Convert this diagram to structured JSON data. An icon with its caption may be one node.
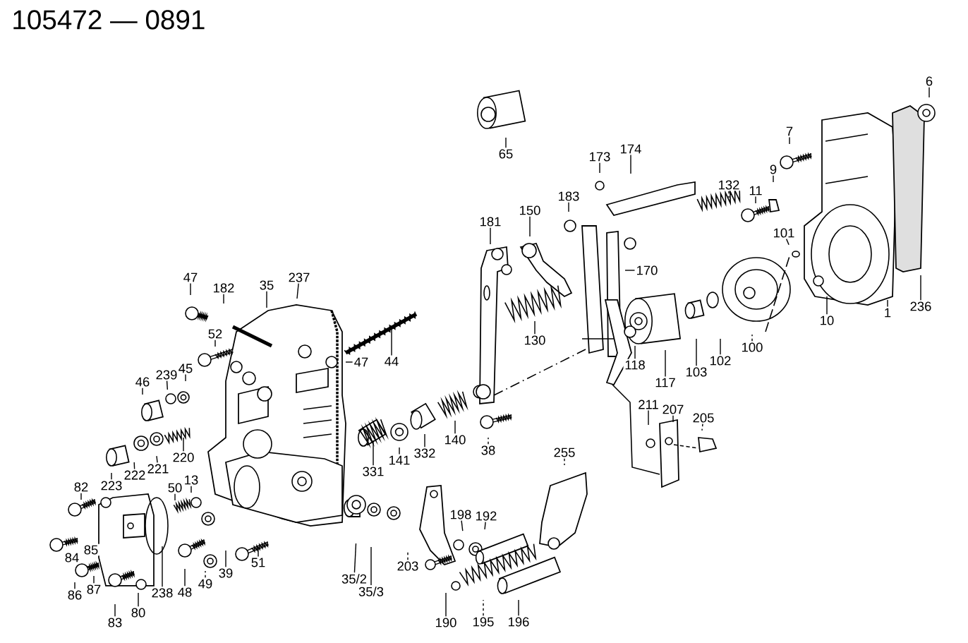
{
  "diagram": {
    "title": "105472 — 0891",
    "nodes": [
      {
        "text": [
          "6"
        ]
      },
      {
        "text": [
          "65"
        ]
      },
      {
        "text": [
          "7"
        ]
      },
      {
        "text": [
          "173"
        ]
      },
      {
        "text": [
          "174"
        ]
      },
      {
        "text": [
          "9"
        ]
      },
      {
        "text": [
          "132"
        ]
      },
      {
        "text": [
          "11"
        ]
      },
      {
        "text": [
          "183"
        ]
      },
      {
        "text": [
          "150"
        ]
      },
      {
        "text": [
          "181"
        ]
      },
      {
        "text": [
          "101"
        ]
      },
      {
        "text": [
          "170"
        ]
      },
      {
        "text": [
          "47"
        ]
      },
      {
        "text": [
          "182"
        ]
      },
      {
        "text": [
          "35"
        ]
      },
      {
        "text": [
          "237"
        ]
      },
      {
        "text": [
          "10"
        ]
      },
      {
        "text": [
          "1"
        ]
      },
      {
        "text": [
          "236"
        ]
      },
      {
        "text": [
          "100"
        ]
      },
      {
        "text": [
          "130"
        ]
      },
      {
        "text": [
          "52"
        ]
      },
      {
        "text": [
          "103"
        ]
      },
      {
        "text": [
          "102"
        ]
      },
      {
        "text": [
          "118"
        ]
      },
      {
        "text": [
          "117"
        ]
      },
      {
        "text": [
          "46"
        ]
      },
      {
        "text": [
          "239"
        ]
      },
      {
        "text": [
          "45"
        ]
      },
      {
        "text": [
          "47"
        ]
      },
      {
        "text": [
          "44"
        ]
      },
      {
        "text": [
          "211"
        ]
      },
      {
        "text": [
          "207"
        ]
      },
      {
        "text": [
          "205"
        ]
      },
      {
        "text": [
          "220"
        ]
      },
      {
        "text": [
          "221"
        ]
      },
      {
        "text": [
          "222"
        ]
      },
      {
        "text": [
          "223"
        ]
      },
      {
        "text": [
          "331"
        ]
      },
      {
        "text": [
          "141"
        ]
      },
      {
        "text": [
          "332"
        ]
      },
      {
        "text": [
          "140"
        ]
      },
      {
        "text": [
          "38"
        ]
      },
      {
        "text": [
          "255"
        ]
      },
      {
        "text": [
          "82"
        ]
      },
      {
        "text": [
          "50"
        ]
      },
      {
        "text": [
          "13"
        ]
      },
      {
        "text": [
          "85"
        ]
      },
      {
        "text": [
          "84"
        ]
      },
      {
        "text": [
          "87"
        ]
      },
      {
        "text": [
          "86"
        ]
      },
      {
        "text": [
          "83"
        ]
      },
      {
        "text": [
          "80"
        ]
      },
      {
        "text": [
          "238"
        ]
      },
      {
        "text": [
          "48"
        ]
      },
      {
        "text": [
          "49"
        ]
      },
      {
        "text": [
          "39"
        ]
      },
      {
        "text": [
          "51"
        ]
      },
      {
        "text": [
          "35/2"
        ]
      },
      {
        "text": [
          "35/3"
        ]
      },
      {
        "text": [
          "203"
        ]
      },
      {
        "text": [
          "198"
        ]
      },
      {
        "text": [
          "192"
        ]
      },
      {
        "text": [
          "190"
        ]
      },
      {
        "text": [
          "195"
        ]
      },
      {
        "text": [
          "196"
        ]
      }
    ],
    "edges": [
      {
        "from": 0,
        "to": null,
        "arrow": "none"
      },
      {
        "from": 1,
        "to": null,
        "arrow": "none"
      },
      {
        "from": 2,
        "to": null,
        "arrow": "none"
      },
      {
        "from": 3,
        "to": null,
        "arrow": "none"
      },
      {
        "from": 4,
        "to": null,
        "arrow": "none"
      },
      {
        "from": 5,
        "to": null,
        "arrow": "none"
      },
      {
        "from": 6,
        "to": null,
        "arrow": "none",
        "style": "dashed"
      },
      {
        "from": 7,
        "to": null,
        "arrow": "none"
      },
      {
        "from": 8,
        "to": null,
        "arrow": "none"
      },
      {
        "from": 9,
        "to": null,
        "arrow": "none"
      },
      {
        "from": 10,
        "to": null,
        "arrow": "none"
      },
      {
        "from": 11,
        "to": null,
        "arrow": "none"
      },
      {
        "from": 12,
        "to": null,
        "arrow": "none"
      },
      {
        "from": 13,
        "to": null,
        "arrow": "none"
      },
      {
        "from": 14,
        "to": null,
        "arrow": "none"
      },
      {
        "from": 15,
        "to": null,
        "arrow": "none"
      },
      {
        "from": 16,
        "to": null,
        "arrow": "none"
      },
      {
        "from": 17,
        "to": null,
        "arrow": "none"
      },
      {
        "from": 18,
        "to": null,
        "arrow": "none"
      },
      {
        "from": 19,
        "to": null,
        "arrow": "none"
      },
      {
        "from": 20,
        "to": null,
        "arrow": "none",
        "style": "dashed"
      },
      {
        "from": 21,
        "to": null,
        "arrow": "none"
      },
      {
        "from": 22,
        "to": null,
        "arrow": "none"
      },
      {
        "from": 23,
        "to": null,
        "arrow": "none"
      },
      {
        "from": 24,
        "to": null,
        "arrow": "none"
      },
      {
        "from": 25,
        "to": null,
        "arrow": "none"
      },
      {
        "from": 26,
        "to": null,
        "arrow": "none"
      },
      {
        "from": 27,
        "to": null,
        "arrow": "none"
      },
      {
        "from": 28,
        "to": null,
        "arrow": "none"
      },
      {
        "from": 29,
        "to": null,
        "arrow": "none"
      },
      {
        "from": 30,
        "to": null,
        "arrow": "none"
      },
      {
        "from": 31,
        "to": null,
        "arrow": "none"
      },
      {
        "from": 32,
        "to": null,
        "arrow": "none"
      },
      {
        "from": 33,
        "to": null,
        "arrow": "none"
      },
      {
        "from": 34,
        "to": null,
        "arrow": "none",
        "style": "dashed"
      },
      {
        "from": 35,
        "to": null,
        "arrow": "none"
      },
      {
        "from": 36,
        "to": null,
        "arrow": "none"
      },
      {
        "from": 37,
        "to": null,
        "arrow": "none"
      },
      {
        "from": 38,
        "to": null,
        "arrow": "none"
      },
      {
        "from": 39,
        "to": null,
        "arrow": "none"
      },
      {
        "from": 40,
        "to": null,
        "arrow": "none"
      },
      {
        "from": 41,
        "to": null,
        "arrow": "none"
      },
      {
        "from": 42,
        "to": null,
        "arrow": "none"
      },
      {
        "from": 43,
        "to": null,
        "arrow": "none",
        "style": "dashed"
      },
      {
        "from": 44,
        "to": null,
        "arrow": "none",
        "style": "dashed"
      },
      {
        "from": 45,
        "to": null,
        "arrow": "none"
      },
      {
        "from": 46,
        "to": null,
        "arrow": "none"
      },
      {
        "from": 47,
        "to": null,
        "arrow": "none"
      },
      {
        "from": 50,
        "to": null,
        "arrow": "none"
      },
      {
        "from": 51,
        "to": null,
        "arrow": "none"
      },
      {
        "from": 52,
        "to": null,
        "arrow": "none"
      },
      {
        "from": 53,
        "to": null,
        "arrow": "none"
      },
      {
        "from": 54,
        "to": null,
        "arrow": "none"
      },
      {
        "from": 55,
        "to": null,
        "arrow": "none"
      },
      {
        "from": 56,
        "to": null,
        "arrow": "none",
        "style": "dashed"
      },
      {
        "from": 57,
        "to": null,
        "arrow": "none"
      },
      {
        "from": 58,
        "to": null,
        "arrow": "none"
      },
      {
        "from": 59,
        "to": null,
        "arrow": "none"
      },
      {
        "from": 60,
        "to": null,
        "arrow": "none"
      },
      {
        "from": 61,
        "to": null,
        "arrow": "none",
        "style": "dashed"
      },
      {
        "from": 62,
        "to": null,
        "arrow": "none"
      },
      {
        "from": 63,
        "to": null,
        "arrow": "none"
      },
      {
        "from": 64,
        "to": null,
        "arrow": "none"
      },
      {
        "from": 65,
        "to": null,
        "arrow": "none",
        "style": "dashed"
      },
      {
        "from": 66,
        "to": null,
        "arrow": "none"
      }
    ]
  }
}
